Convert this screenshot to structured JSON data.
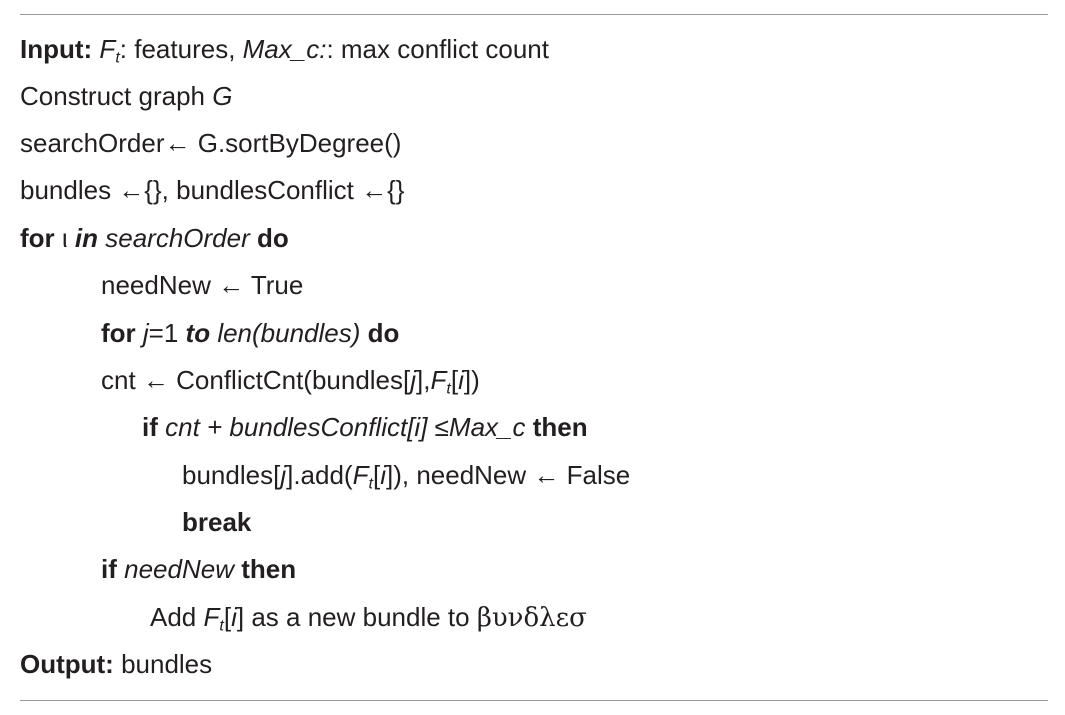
{
  "algorithm": {
    "line1": {
      "kw": "Input:",
      "f": "F",
      "sub": "t",
      "t1": ": features, ",
      "maxc": "Max_c:",
      "t2": ": max conflict count"
    },
    "line2": {
      "text": "Construct graph ",
      "g": "G"
    },
    "line3": {
      "text": "searchOrder← G.sortByDegree()"
    },
    "line4": {
      "text": "bundles ←{}, bundlesConflict ←{}"
    },
    "line5": {
      "kw_for": "for",
      "iota": " ι ",
      "kw_in": "in",
      "order": " searchOrder ",
      "kw_do": "do"
    },
    "line6": {
      "text": "needNew ← True"
    },
    "line7": {
      "kw_for": "for",
      "j": " j",
      "eq": "=1 ",
      "kw_to": "to",
      "len": " len(bundles) ",
      "kw_do": "do"
    },
    "line8": {
      "t1": "cnt ← ConflictCnt(bundles[",
      "j": "j",
      "t2": "],",
      "f": "F",
      "sub": "t",
      "t3": "[",
      "i": "i",
      "t4": "])"
    },
    "line9": {
      "kw_if": "if",
      "cond": " cnt + bundlesConflict[i] ≤Max_c ",
      "kw_then": "then"
    },
    "line10": {
      "t1": "bundles[",
      "j": "j",
      "t2": "].add(",
      "f": "F",
      "sub": "t",
      "t3": "[",
      "i": "i",
      "t4": "]), needNew ← False"
    },
    "line11": {
      "kw_break": "break"
    },
    "line12": {
      "kw_if": "if",
      "cond": " needNew ",
      "kw_then": "then"
    },
    "line13": {
      "t1": "Add ",
      "f": "F",
      "sub": "t",
      "t2": "[",
      "i": "i",
      "t3": "] as a new bundle to ",
      "greek": "βυνδλεσ"
    },
    "line14": {
      "kw": "Output:",
      "text": " bundles"
    }
  }
}
